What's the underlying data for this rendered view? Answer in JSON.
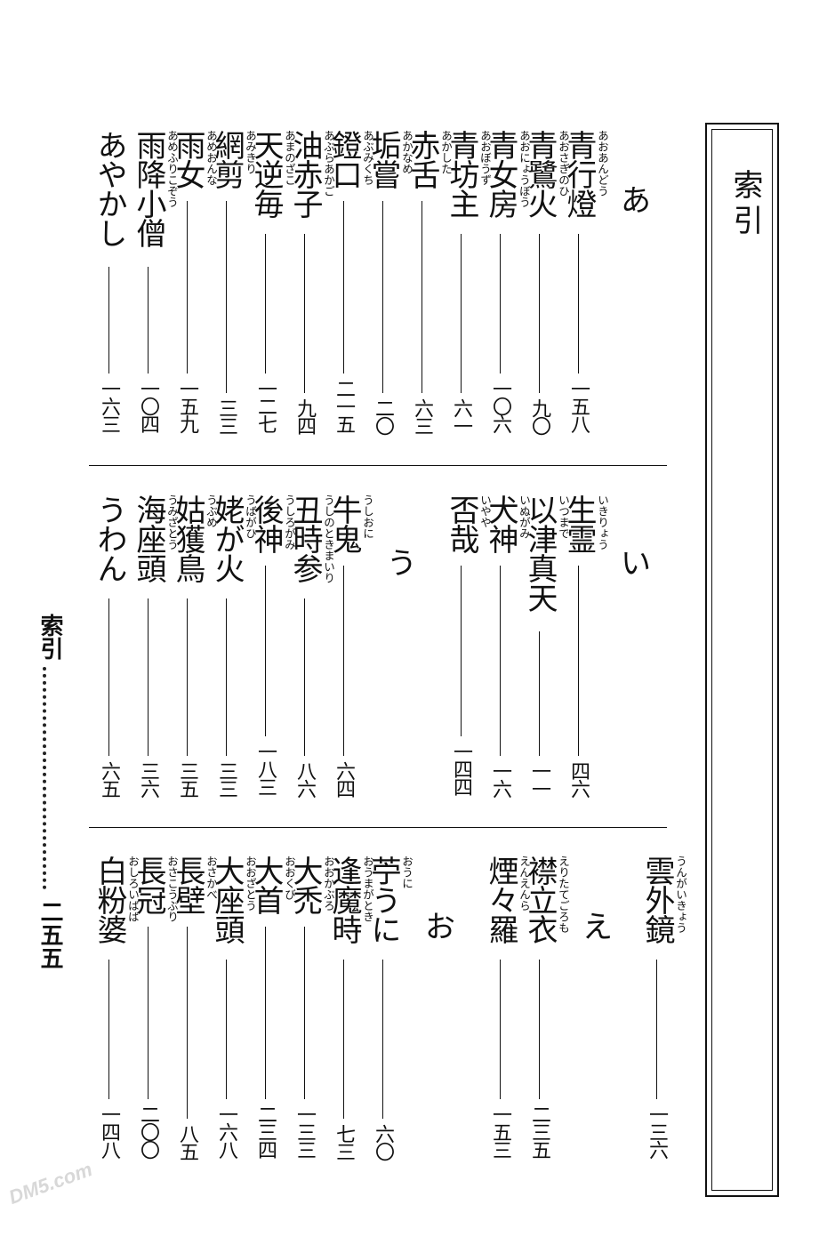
{
  "title": "索引",
  "running_head": {
    "title": "索引",
    "page": "二五五"
  },
  "watermark": "DM5.com",
  "sections": [
    {
      "kana": "あ",
      "entries": [
        {
          "word": "青行燈",
          "ruby": "あおあんどう",
          "page": "一五八"
        },
        {
          "word": "青鷺火",
          "ruby": "あおさぎのひ",
          "page": "九〇"
        },
        {
          "word": "青女房",
          "ruby": "あおにょうぼう",
          "page": "一〇六"
        },
        {
          "word": "青坊主",
          "ruby": "あおぼうず",
          "page": "六一"
        },
        {
          "word": "赤舌",
          "ruby": "あかした",
          "page": "六三"
        },
        {
          "word": "垢嘗",
          "ruby": "あかなめ",
          "page": "二〇"
        },
        {
          "word": "鐙口",
          "ruby": "あぶみくち",
          "page": "二一五"
        },
        {
          "word": "油赤子",
          "ruby": "あぶらあかご",
          "page": "九四"
        },
        {
          "word": "天逆毎",
          "ruby": "あまのざこ",
          "page": "一二七"
        },
        {
          "word": "網剪",
          "ruby": "あみきり",
          "page": "三三"
        },
        {
          "word": "雨女",
          "ruby": "あめおんな",
          "page": "一五九"
        },
        {
          "word": "雨降小僧",
          "ruby": "あめふりこぞう",
          "page": "一〇四"
        },
        {
          "word": "あやかし",
          "ruby": "",
          "page": "一六三"
        }
      ]
    },
    {
      "kana": "い",
      "entries": [
        {
          "word": "生霊",
          "ruby": "いきりょう",
          "page": "四六"
        },
        {
          "word": "以津真天",
          "ruby": "いつまで",
          "page": "一一"
        },
        {
          "word": "犬神",
          "ruby": "いぬがみ",
          "page": "一六"
        },
        {
          "word": "否哉",
          "ruby": "いやや",
          "page": "一四四"
        }
      ]
    },
    {
      "kana": "う",
      "entries": [
        {
          "word": "牛鬼",
          "ruby": "うしおに",
          "page": "六四"
        },
        {
          "word": "丑時参",
          "ruby": "うしのときまいり",
          "page": "八六"
        },
        {
          "word": "後神",
          "ruby": "うしろがみ",
          "page": "一八三"
        },
        {
          "word": "姥が火",
          "ruby": "うばがひ",
          "page": "三三"
        },
        {
          "word": "姑獲鳥",
          "ruby": "うぶめ",
          "page": "三五"
        },
        {
          "word": "海座頭",
          "ruby": "うみざとう",
          "page": "三六"
        },
        {
          "word": "うわん",
          "ruby": "",
          "page": "六五"
        }
      ]
    },
    {
      "kana": "え",
      "entries": [
        {
          "word": "雲外鏡",
          "ruby": "うんがいきょう",
          "page": "一三六"
        },
        {
          "word": "襟立衣",
          "ruby": "えりたてごろも",
          "page": "二三五"
        },
        {
          "word": "煙々羅",
          "ruby": "えんえんら",
          "page": "一五三"
        }
      ]
    },
    {
      "kana": "お",
      "entries": [
        {
          "word": "苧うに",
          "ruby": "おうに",
          "page": "六〇"
        },
        {
          "word": "逢魔時",
          "ruby": "おうまがとき",
          "page": "七三"
        },
        {
          "word": "大禿",
          "ruby": "おおかぶろ",
          "page": "一三三"
        },
        {
          "word": "大首",
          "ruby": "おおくび",
          "page": "二三四"
        },
        {
          "word": "大座頭",
          "ruby": "おおざとう",
          "page": "一六八"
        },
        {
          "word": "長壁",
          "ruby": "おさかべ",
          "page": "八五"
        },
        {
          "word": "長冠",
          "ruby": "おさこうぶり",
          "page": "二〇〇"
        },
        {
          "word": "白粉婆",
          "ruby": "おしろいばば",
          "page": "一四八"
        }
      ]
    }
  ]
}
